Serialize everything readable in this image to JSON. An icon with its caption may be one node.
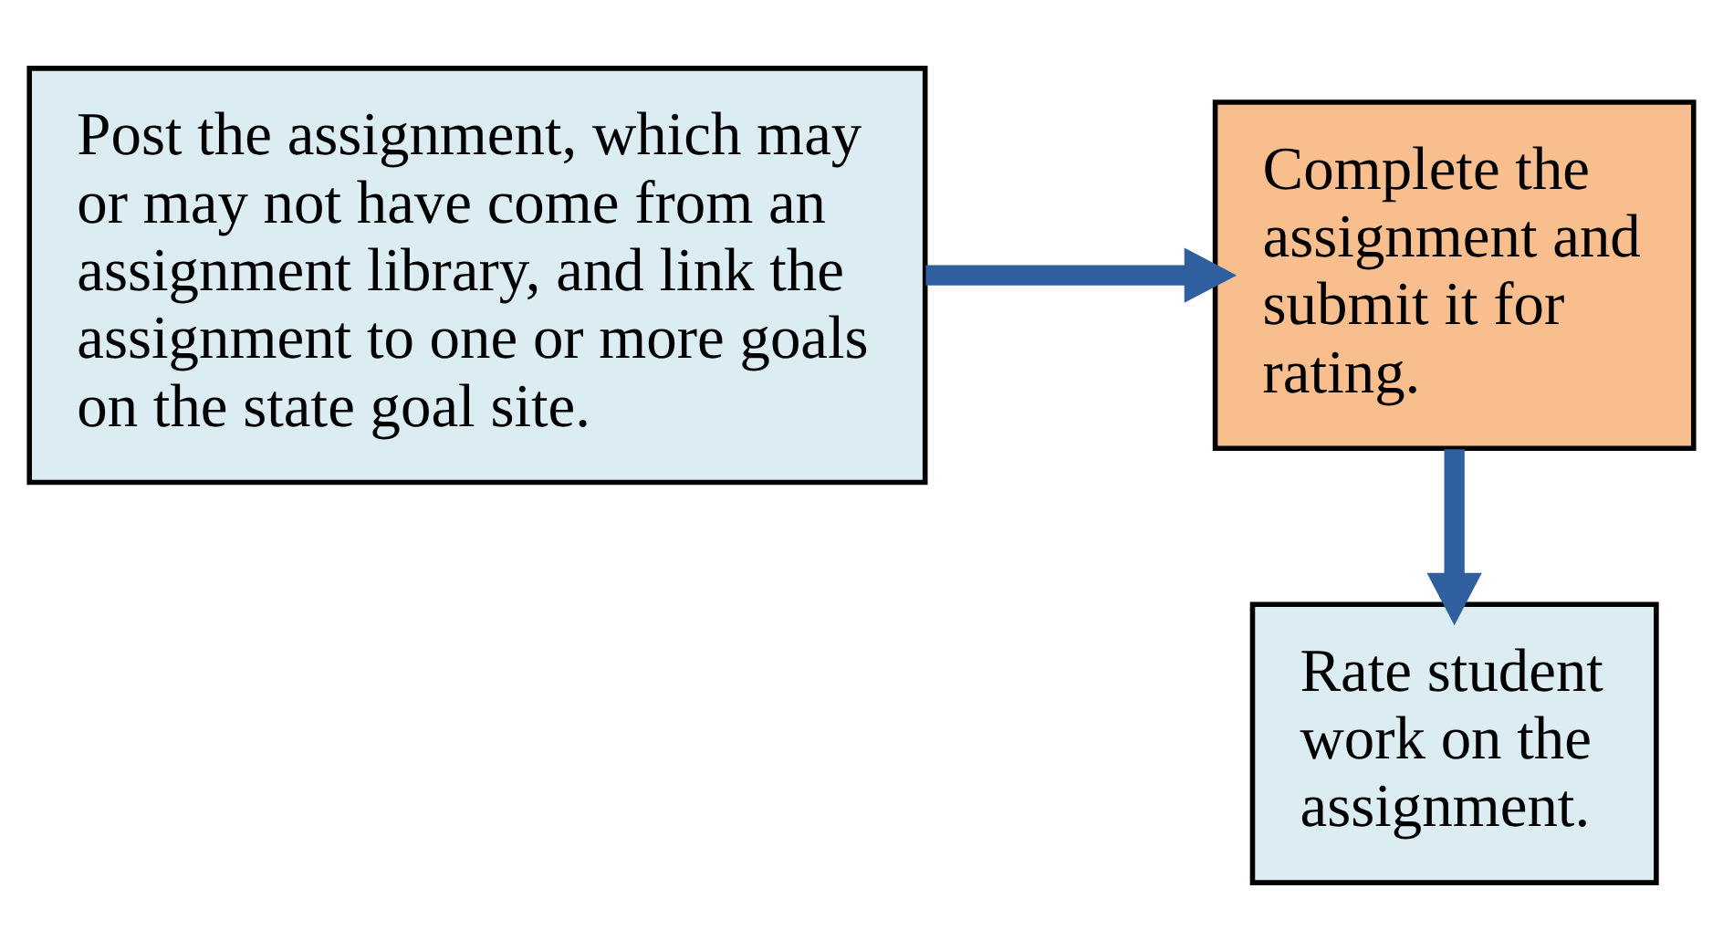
{
  "diagram": {
    "nodes": [
      {
        "text": [
          "Post the assignment, which may or may not have come from an assignment library, and link the assignment to one or more goals on the state goal site."
        ]
      },
      {
        "text": [
          "Complete the assignment and submit it for rating."
        ]
      },
      {
        "text": [
          "Rate student work on the assignment."
        ]
      }
    ],
    "edges": [
      {
        "from": 0,
        "to": 1,
        "arrow": "to"
      },
      {
        "from": 1,
        "to": 2,
        "arrow": "to"
      }
    ]
  }
}
